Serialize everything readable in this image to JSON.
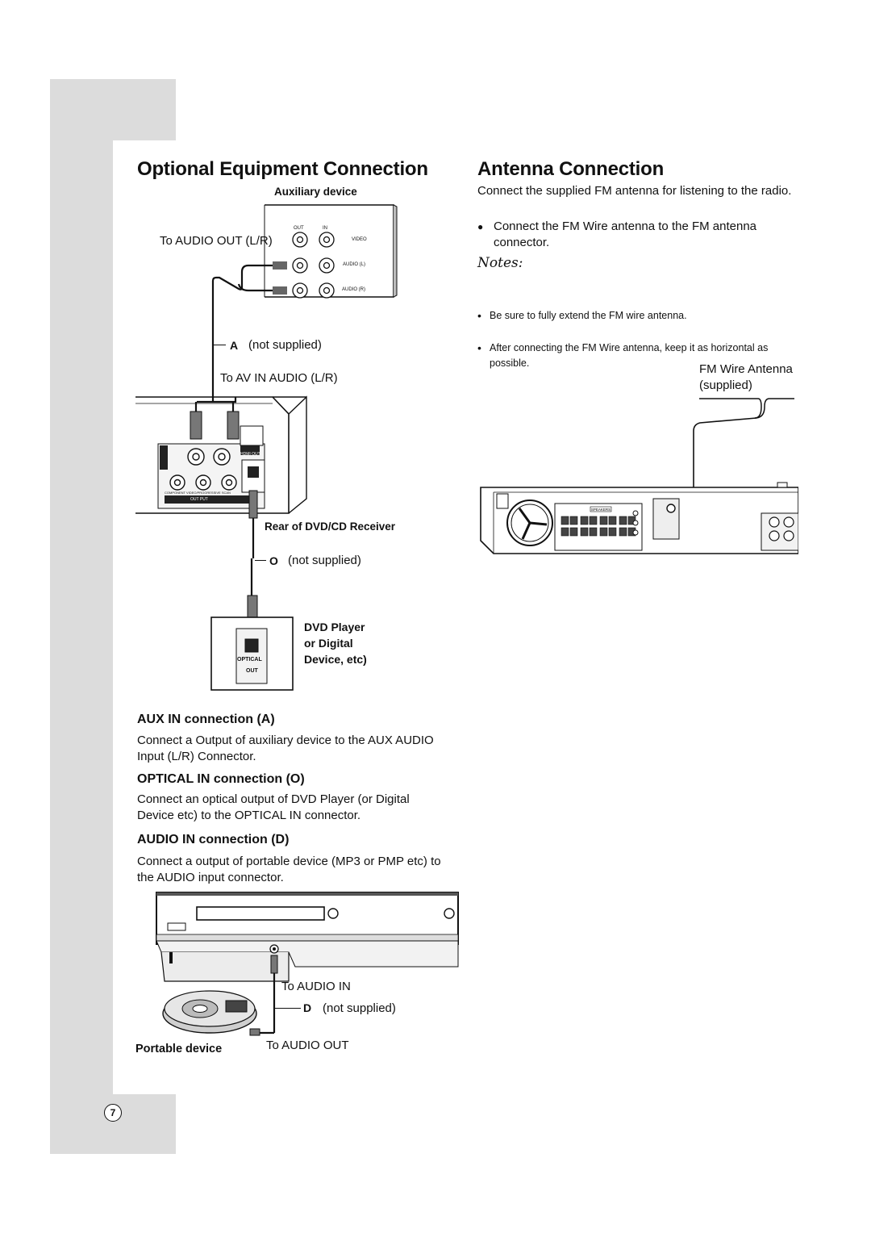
{
  "left": {
    "title": "Optional Equipment Connection",
    "aux_device_label": "Auxiliary device",
    "to_audio_out_lr": "To AUDIO OUT (L/R)",
    "aux_jacks": {
      "out": "OUT",
      "in": "IN",
      "video": "VIDEO",
      "audio_l": "AUDIO (L)",
      "audio_r": "AUDIO (R)"
    },
    "cable_a_letter": "A",
    "cable_a_note": "(not supplied)",
    "to_av_in": "To AV IN AUDIO (L/R)",
    "receiver_panel": {
      "hdmi": "HDMI OUT",
      "component": "COMPONENT VIDEO/PROGRESSIVE SCAN",
      "output": "OUT PUT"
    },
    "rear_label": "Rear of DVD/CD Receiver",
    "cable_o_letter": "O",
    "cable_o_note": "(not supplied)",
    "optical_box": {
      "line1": "OPTICAL",
      "line2": "OUT"
    },
    "dvd_player_lines": [
      "DVD Player",
      "or Digital",
      "Device, etc)"
    ],
    "aux_in_heading": "AUX IN connection (A)",
    "aux_in_text": "Connect a Output of auxiliary device to the AUX AUDIO Input (L/R) Connector.",
    "optical_heading": "OPTICAL IN connection (O)",
    "optical_text": "Connect an optical output of DVD Player (or Digital Device etc) to the OPTICAL IN connector.",
    "audio_in_heading": "AUDIO IN connection (D)",
    "audio_in_text": "Connect a output of portable device (MP3 or PMP etc) to the AUDIO input connector.",
    "to_audio_in": "To AUDIO IN",
    "cable_d_letter": "D",
    "cable_d_note": "(not supplied)",
    "portable_label": "Portable device",
    "to_audio_out": "To AUDIO OUT"
  },
  "right": {
    "title": "Antenna Connection",
    "intro": "Connect the supplied FM antenna for listening to the radio.",
    "bullet": "Connect the FM Wire antenna to the FM antenna connector.",
    "notes_heading": "Notes:",
    "notes": [
      "Be sure to fully extend the FM wire antenna.",
      "After connecting the FM Wire antenna, keep it as horizontal as possible."
    ],
    "antenna_label_1": "FM Wire Antenna",
    "antenna_label_2": "(supplied)",
    "speakers_label": "SPEAKERS"
  },
  "page_number": "7",
  "colors": {
    "sidebar": "#dcdcdc",
    "line": "#111111",
    "panel_fill": "#f2f2f2"
  }
}
